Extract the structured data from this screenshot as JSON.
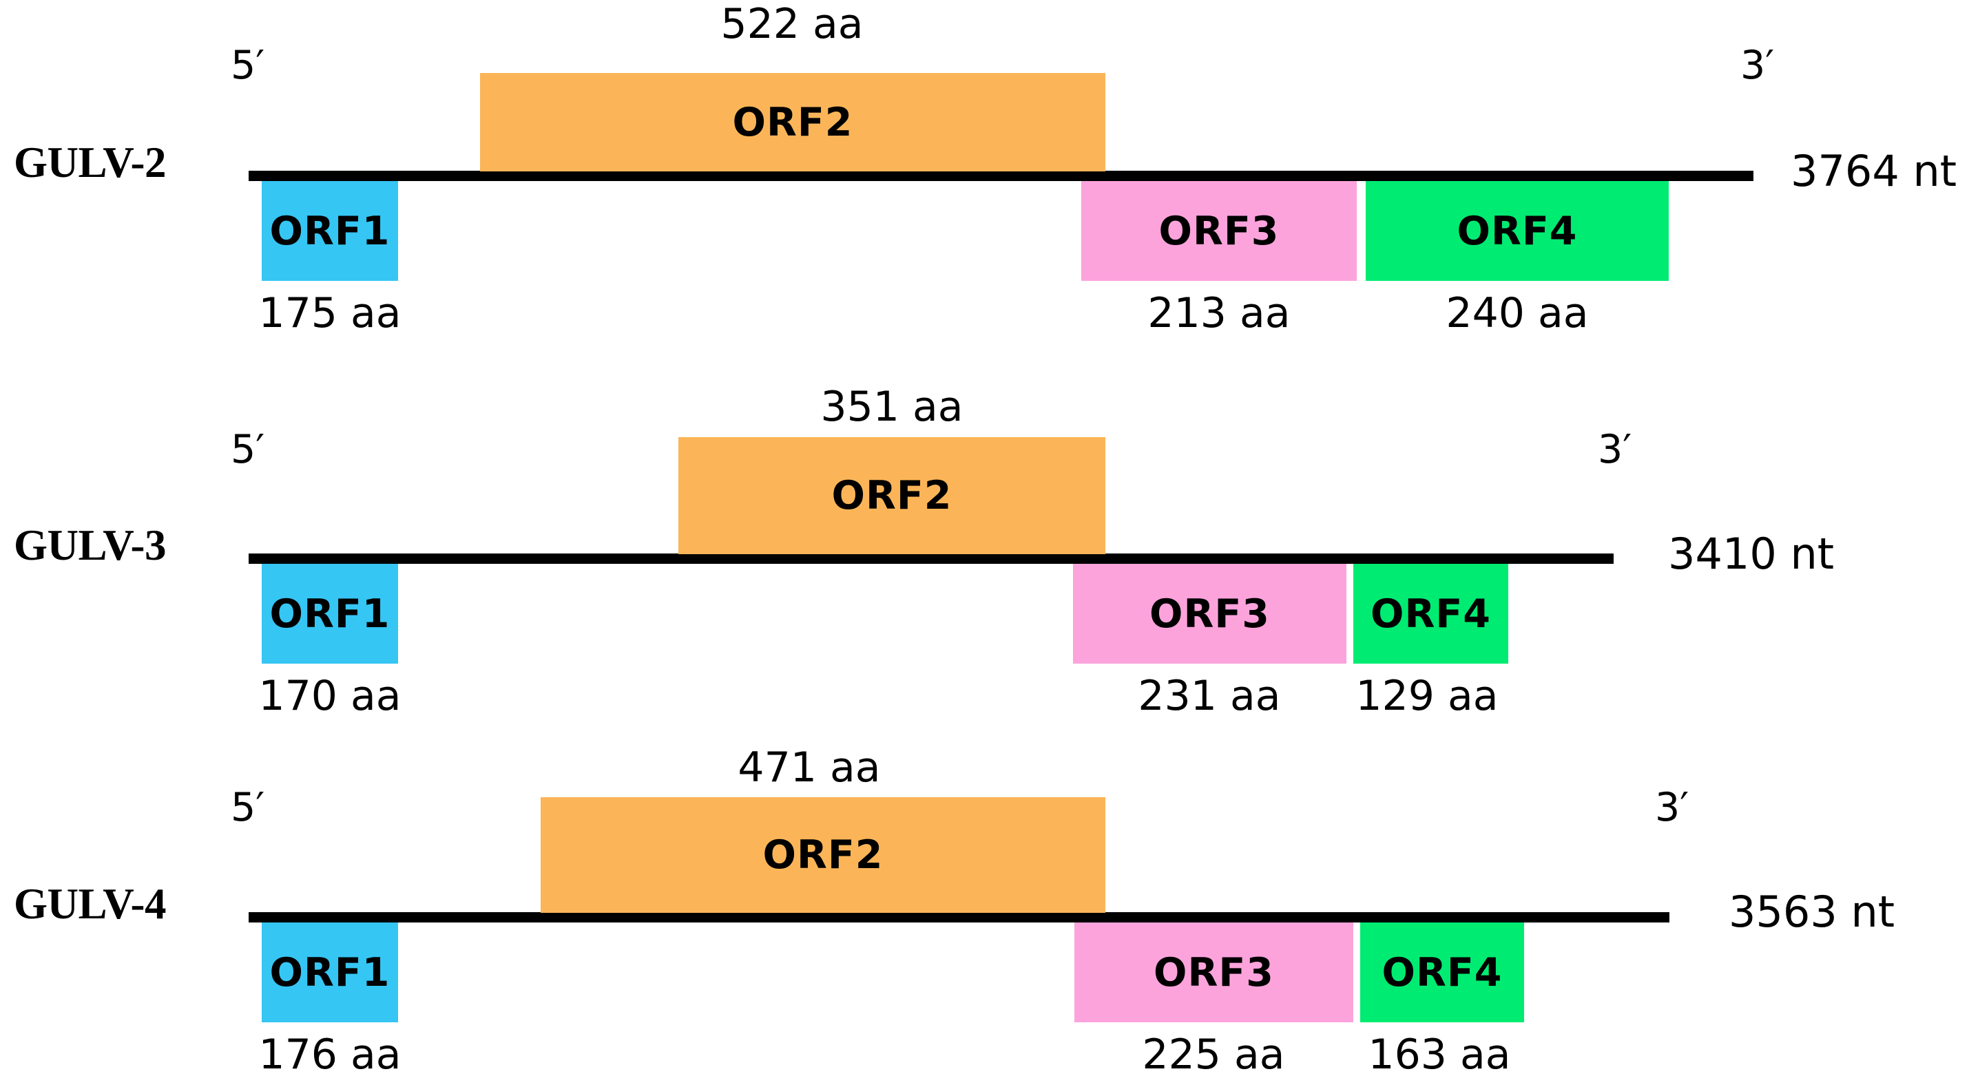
{
  "figure": {
    "type": "genome-organization-diagram",
    "background_color": "#ffffff",
    "orf_colors": {
      "ORF1": "#35C6F4",
      "ORF2": "#FBB558",
      "ORF3": "#FCA3DC",
      "ORF4": "#00EB72"
    },
    "backbone_color": "#000000"
  },
  "genomes": [
    {
      "name": "GULV-2",
      "five_prime": "5′",
      "three_prime": "3′",
      "length": "3764 nt",
      "orfs": [
        {
          "label": "ORF1",
          "size": "175 aa",
          "color": "#35C6F4",
          "side": "below"
        },
        {
          "label": "ORF2",
          "size": "522 aa",
          "color": "#FBB558",
          "side": "above"
        },
        {
          "label": "ORF3",
          "size": "213 aa",
          "color": "#FCA3DC",
          "side": "below"
        },
        {
          "label": "ORF4",
          "size": "240 aa",
          "color": "#00EB72",
          "side": "below"
        }
      ]
    },
    {
      "name": "GULV-3",
      "five_prime": "5′",
      "three_prime": "3′",
      "length": "3410 nt",
      "orfs": [
        {
          "label": "ORF1",
          "size": "170 aa",
          "color": "#35C6F4",
          "side": "below"
        },
        {
          "label": "ORF2",
          "size": "351 aa",
          "color": "#FBB558",
          "side": "above"
        },
        {
          "label": "ORF3",
          "size": "231 aa",
          "color": "#FCA3DC",
          "side": "below"
        },
        {
          "label": "ORF4",
          "size": "129 aa",
          "color": "#00EB72",
          "side": "below"
        }
      ]
    },
    {
      "name": "GULV-4",
      "five_prime": "5′",
      "three_prime": "3′",
      "length": "3563 nt",
      "orfs": [
        {
          "label": "ORF1",
          "size": "176 aa",
          "color": "#35C6F4",
          "side": "below"
        },
        {
          "label": "ORF2",
          "size": "471 aa",
          "color": "#FBB558",
          "side": "above"
        },
        {
          "label": "ORF3",
          "size": "225 aa",
          "color": "#FCA3DC",
          "side": "below"
        },
        {
          "label": "ORF4",
          "size": "163 aa",
          "color": "#00EB72",
          "side": "below"
        }
      ]
    }
  ]
}
